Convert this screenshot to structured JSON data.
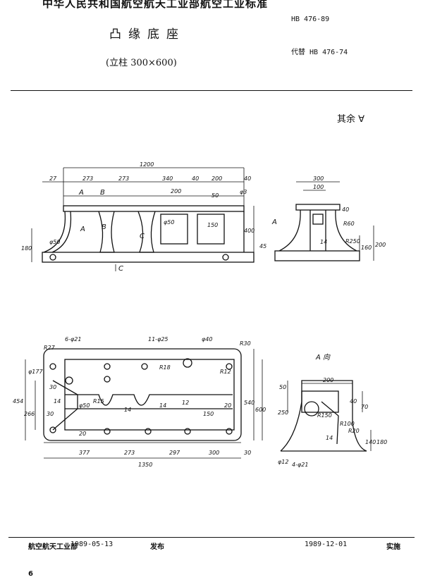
{
  "header": {
    "org_standard": "中华人民共和国航空航天工业部航空工业标准",
    "standard_no": "HB 476-89",
    "part_name": "凸缘底座",
    "subtitle": "(立柱 300×600)",
    "replaces": "代替 HB 476-74"
  },
  "surface_note": "其余 ∀",
  "views": {
    "front": {
      "dims": [
        "1200",
        "27",
        "273",
        "273",
        "340",
        "40",
        "200",
        "200",
        "40",
        "50",
        "400",
        "180",
        "45",
        "φ3",
        "φ50",
        "φ50",
        "150"
      ],
      "section_labels": [
        "A",
        "B",
        "B",
        "A",
        "C",
        "C"
      ]
    },
    "side": {
      "label": "A",
      "dims": [
        "300",
        "100",
        "40",
        "R60",
        "R250",
        "14",
        "160",
        "200"
      ]
    },
    "top": {
      "dims": [
        "6-φ21",
        "11-φ25",
        "φ40",
        "R27",
        "R30",
        "R18",
        "R12",
        "φ177",
        "30",
        "14",
        "φ50",
        "R15",
        "14",
        "14",
        "12",
        "20",
        "150",
        "20",
        "30",
        "454",
        "266",
        "540",
        "600",
        "377",
        "273",
        "297",
        "300",
        "30",
        "1350"
      ]
    },
    "a_direction": {
      "label": "A 向",
      "dims": [
        "200",
        "50",
        "40",
        "70",
        "250",
        "R150",
        "R100",
        "R20",
        "14",
        "140",
        "180",
        "φ12",
        "4-φ21"
      ]
    }
  },
  "footer": {
    "issuer": "航空航天工业部",
    "issue_date": "1989-05-13",
    "publish_label": "发布",
    "implement_date": "1989-12-01",
    "implement_label": "实施"
  },
  "page_number": "6"
}
